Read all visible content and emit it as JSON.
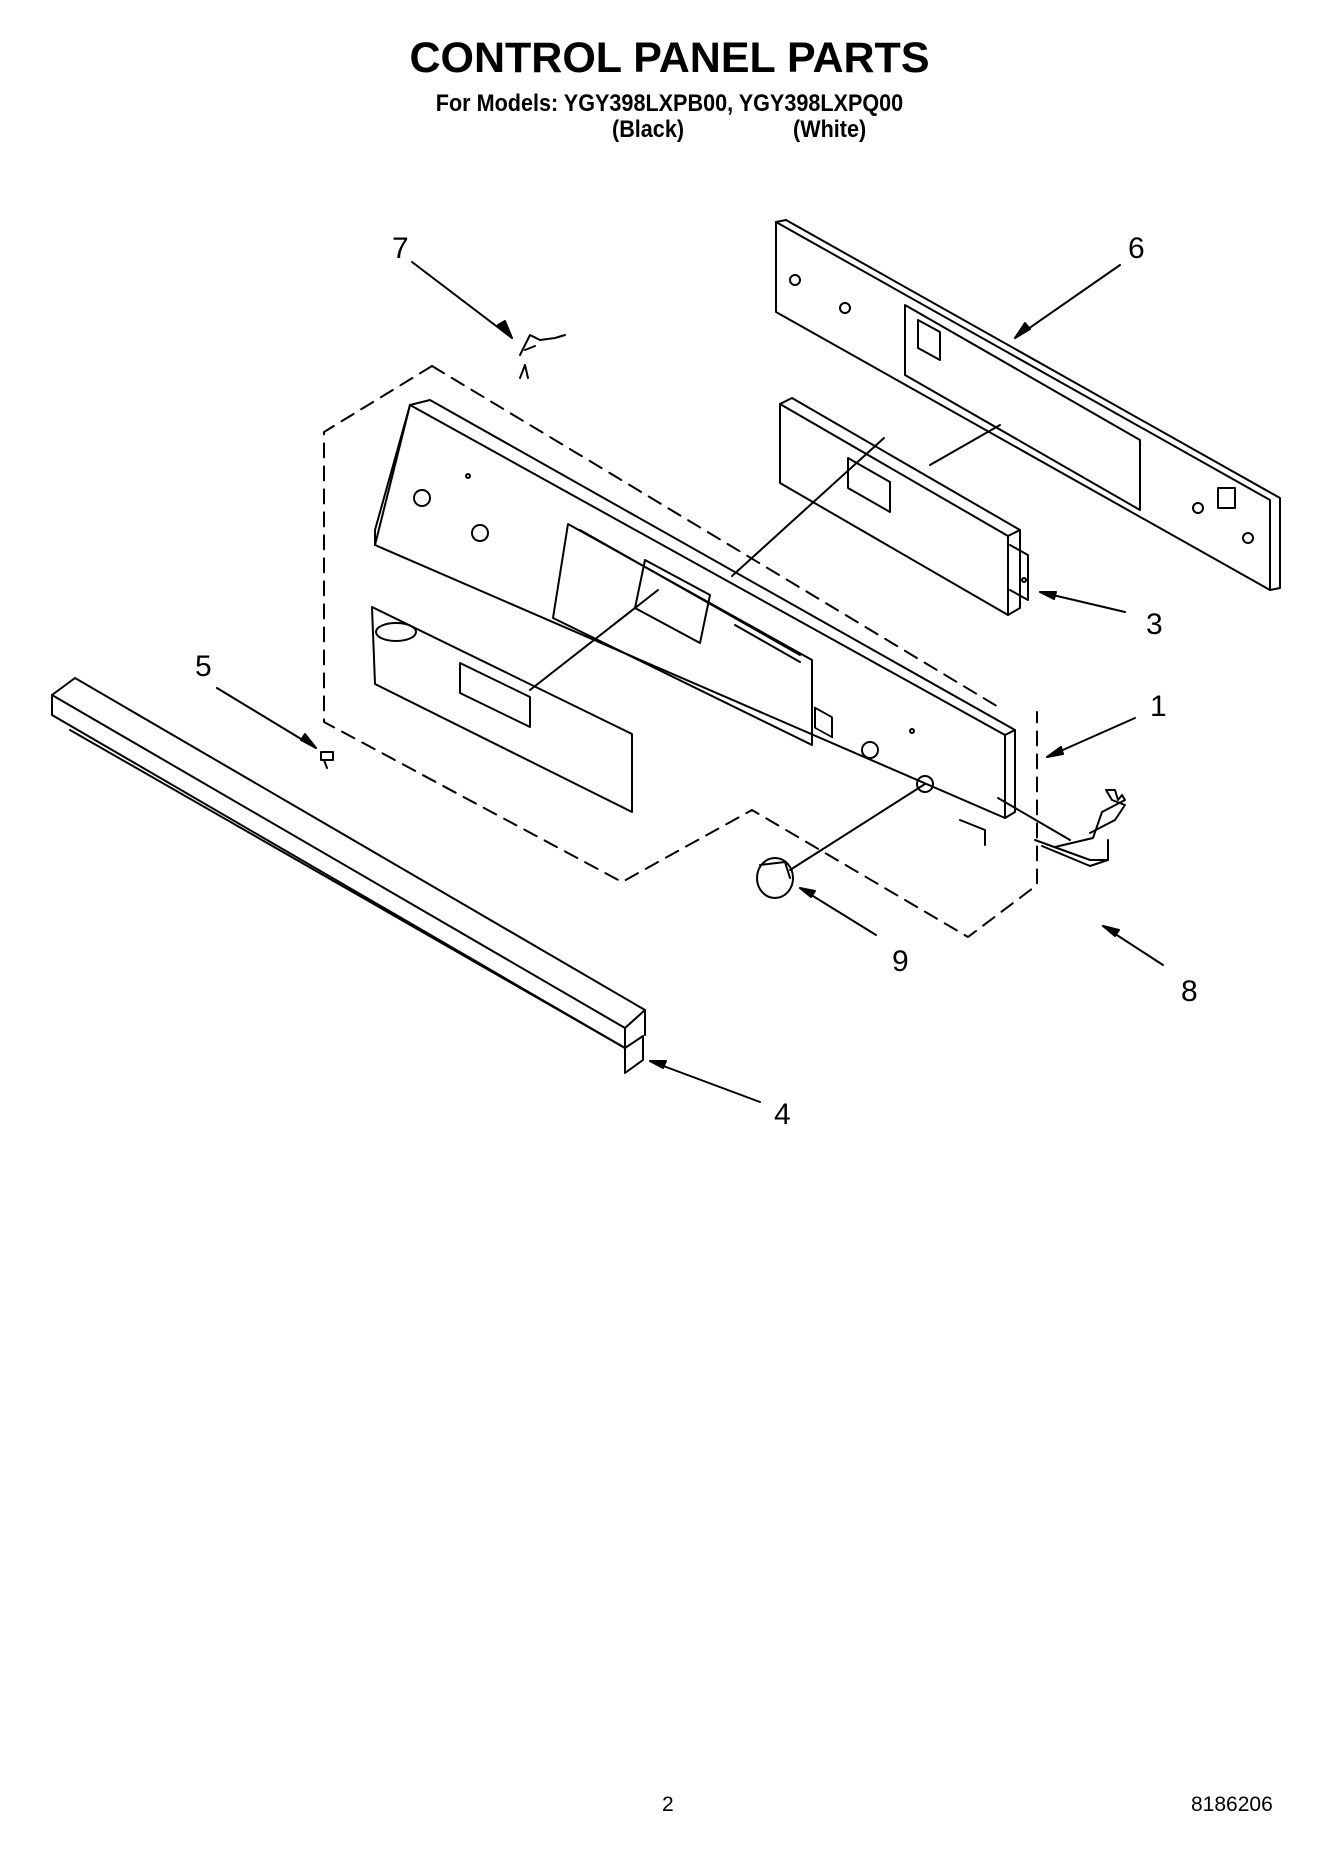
{
  "header": {
    "title": "CONTROL PANEL PARTS",
    "models_line": "For Models: YGY398LXPB00, YGY398LXPQ00",
    "variant_black": "(Black)",
    "variant_white": "(White)"
  },
  "callouts": [
    "7",
    "6",
    "3",
    "5",
    "1",
    "9",
    "8",
    "4"
  ],
  "footer": {
    "page_number": "2",
    "document_number": "8186206"
  },
  "colors": {
    "ink": "#000000",
    "background": "#ffffff"
  }
}
